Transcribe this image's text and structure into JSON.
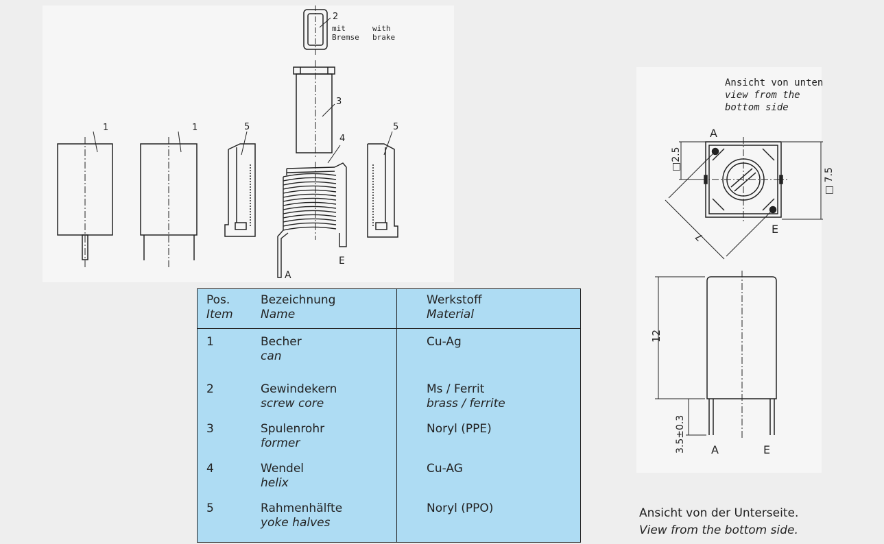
{
  "labels": {
    "part_1": "1",
    "part_2": "2",
    "part_3": "3",
    "part_4": "4",
    "part_5": "5",
    "brake_de_1": "mit",
    "brake_de_2": "Bremse",
    "brake_en_1": "with",
    "brake_en_2": "brake",
    "terminal_a": "A",
    "terminal_e": "E"
  },
  "bottom_view": {
    "title_de": "Ansicht von unten",
    "title_en_1": "view from the",
    "title_en_2": "bottom side",
    "terminal_a": "A",
    "terminal_e": "E",
    "dim_pitch": "□2.5",
    "dim_square": "□ 7.5",
    "dim_diag": "7"
  },
  "side_view": {
    "dim_height": "12",
    "dim_pin": "3.5±0.3",
    "terminal_a": "A",
    "terminal_e": "E"
  },
  "table": {
    "headers": {
      "pos_de": "Pos.",
      "pos_en": "Item",
      "name_de": "Bezeichnung",
      "name_en": "Name",
      "mat_de": "Werkstoff",
      "mat_en": "Material"
    },
    "rows": [
      {
        "pos": "1",
        "name_de": "Becher",
        "name_en": "can",
        "mat_de": "Cu-Ag",
        "mat_en": ""
      },
      {
        "pos": "2",
        "name_de": "Gewindekern",
        "name_en": "screw core",
        "mat_de": "Ms / Ferrit",
        "mat_en": "brass / ferrite"
      },
      {
        "pos": "3",
        "name_de": "Spulenrohr",
        "name_en": "former",
        "mat_de": "Noryl (PPE)",
        "mat_en": ""
      },
      {
        "pos": "4",
        "name_de": "Wendel",
        "name_en": "helix",
        "mat_de": "Cu-AG",
        "mat_en": ""
      },
      {
        "pos": "5",
        "name_de": "Rahmenhälfte",
        "name_en": "yoke halves",
        "mat_de": "Noryl (PPO)",
        "mat_en": ""
      }
    ]
  },
  "caption": {
    "de": "Ansicht von der Unterseite.",
    "en": "View from the bottom side."
  }
}
